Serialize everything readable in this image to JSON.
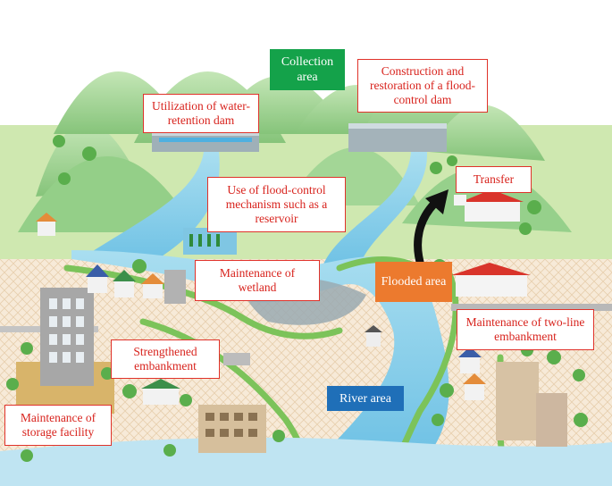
{
  "labels": {
    "collection_area": "Collection area",
    "flooded_area": "Flooded area",
    "river_area": "River area"
  },
  "callouts": {
    "utilization_dam": "Utilization of water-retention dam",
    "construction_dam": "Construction and restoration of a flood-control dam",
    "transfer": "Transfer",
    "reservoir": "Use of flood-control mechanism such as a reservoir",
    "wetland": "Maintenance of wetland",
    "two_line_embankment": "Maintenance of two-line embankment",
    "strengthened_embankment": "Strengthened embankment",
    "storage_facility": "Maintenance of storage facility"
  },
  "colors": {
    "collection_tag": "#14a24a",
    "flooded_tag": "#ec7a2e",
    "river_tag": "#1f6fb8",
    "callout_border": "#e0322a",
    "callout_text": "#d8231d",
    "river_water": "#8ed0ea",
    "mountain": "#9fd39a",
    "embankment": "#7cc35a",
    "land": "#f6ead6"
  }
}
